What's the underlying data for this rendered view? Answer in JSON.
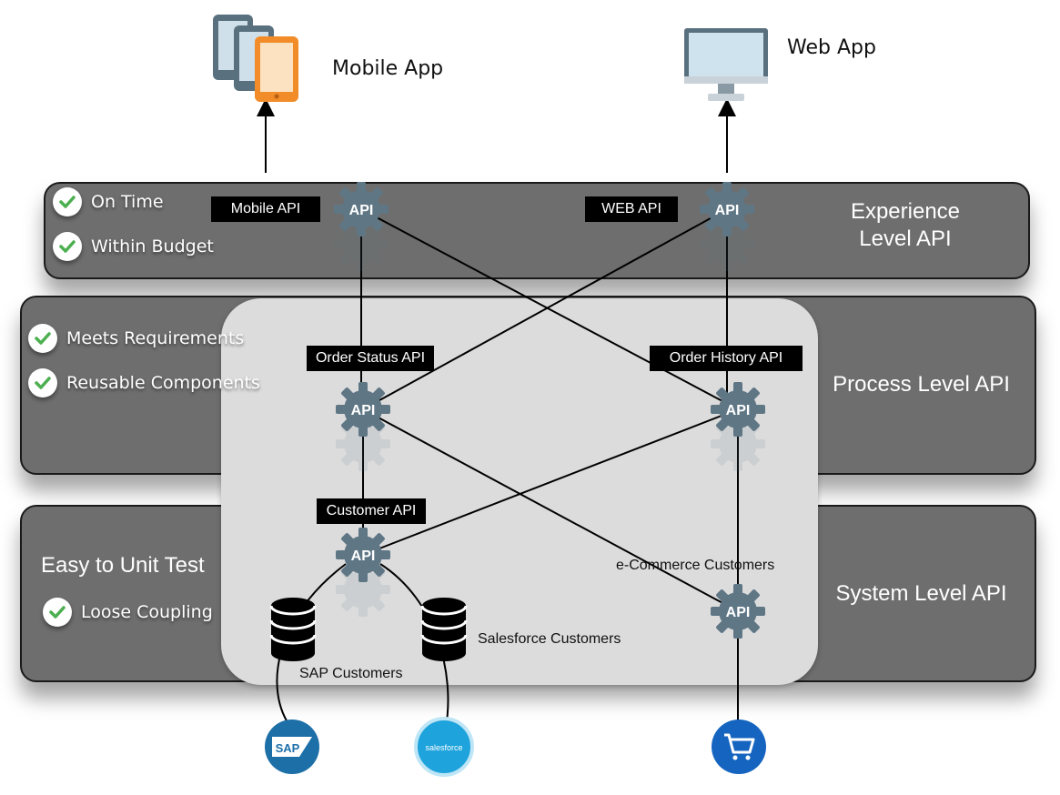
{
  "apps": {
    "mobile": {
      "label": "Mobile App",
      "icon": "mobile-devices-icon"
    },
    "web": {
      "label": "Web App",
      "icon": "desktop-monitor-icon"
    }
  },
  "layers": {
    "experience": {
      "label_line1": "Experience",
      "label_line2": "Level API"
    },
    "process": {
      "label": "Process Level API"
    },
    "system": {
      "label": "System Level API"
    }
  },
  "benefits": {
    "experience": [
      "On Time",
      "Within Budget"
    ],
    "process": [
      "Meets Requirements",
      "Reusable Components"
    ],
    "system_heading": "Easy to Unit Test",
    "system": [
      "Loose Coupling"
    ]
  },
  "apis": {
    "mobile": {
      "label": "Mobile  API",
      "badge": "API"
    },
    "web": {
      "label": "WEB API",
      "badge": "API"
    },
    "order_status": {
      "label": "Order Status API",
      "badge": "API"
    },
    "order_history": {
      "label": "Order History API",
      "badge": "API"
    },
    "customer": {
      "label": "Customer API",
      "badge": "API"
    },
    "ecommerce": {
      "label": "e-Commerce Customers",
      "badge": "API"
    }
  },
  "data_sources": {
    "sap_db": {
      "label": "SAP Customers",
      "icon": "database-icon"
    },
    "salesforce_db": {
      "label": "Salesforce Customers",
      "icon": "database-icon"
    }
  },
  "systems": {
    "sap": {
      "label": "SAP",
      "icon": "sap-logo-icon",
      "color": "#1d6fa8"
    },
    "salesforce": {
      "label": "salesforce",
      "icon": "salesforce-logo-icon",
      "color": "#1ea3dc"
    },
    "ecommerce": {
      "icon": "shopping-cart-icon",
      "color": "#1565c0"
    }
  },
  "colors": {
    "layer_fill": "#6e6e6e",
    "panel_fill": "#dcdcdc",
    "gear": "#5f7685",
    "check": "#4caf50",
    "tablet_orange": "#f28c28",
    "device_frame": "#59707f"
  }
}
